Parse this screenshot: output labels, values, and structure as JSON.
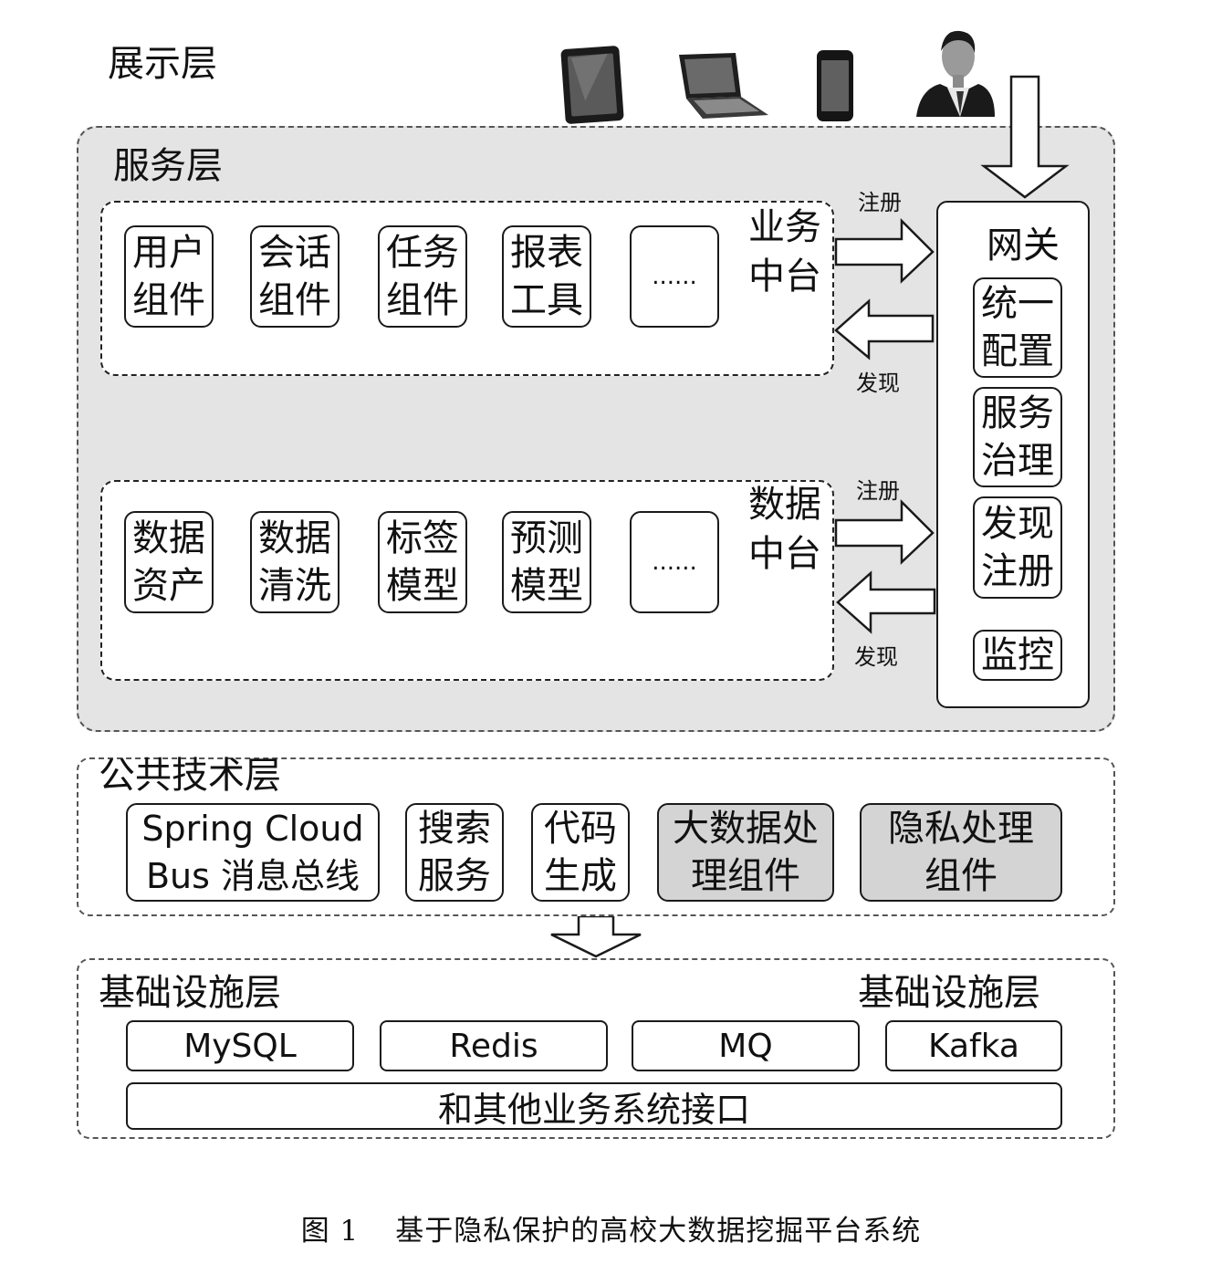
{
  "presentation_layer": {
    "title": "展示层"
  },
  "service_layer": {
    "title": "服务层",
    "business_middle": {
      "label_lines": [
        "业务",
        "中台"
      ],
      "components": [
        [
          "用户",
          "组件"
        ],
        [
          "会话",
          "组件"
        ],
        [
          "任务",
          "组件"
        ],
        [
          "报表",
          "工具"
        ],
        [
          "......"
        ]
      ],
      "register_label": "注册",
      "discover_label": "发现"
    },
    "data_middle": {
      "label_lines": [
        "数据",
        "中台"
      ],
      "components": [
        [
          "数据",
          "资产"
        ],
        [
          "数据",
          "清洗"
        ],
        [
          "标签",
          "模型"
        ],
        [
          "预测",
          "模型"
        ],
        [
          "......"
        ]
      ],
      "register_label": "注册",
      "discover_label": "发现"
    },
    "gateway": {
      "title": "网关",
      "items": [
        [
          "统一",
          "配置"
        ],
        [
          "服务",
          "治理"
        ],
        [
          "发现",
          "注册"
        ],
        [
          "监控"
        ]
      ]
    }
  },
  "public_tech_layer": {
    "title": "公共技术层",
    "components": [
      {
        "lines": [
          "Spring Cloud",
          "Bus 消息总线"
        ]
      },
      {
        "lines": [
          "搜索",
          "服务"
        ]
      },
      {
        "lines": [
          "代码",
          "生成"
        ]
      },
      {
        "lines": [
          "大数据处",
          "理组件"
        ]
      },
      {
        "lines": [
          "隐私处理",
          "组件"
        ]
      }
    ]
  },
  "infrastructure_layer": {
    "title_left": "基础设施层",
    "title_right": "基础设施层",
    "items": [
      "MySQL",
      "Redis",
      "MQ",
      "Kafka"
    ],
    "interface": "和其他业务系统接口"
  },
  "caption": {
    "number": "图 1",
    "text": "基于隐私保护的高校大数据挖掘平台系统"
  }
}
